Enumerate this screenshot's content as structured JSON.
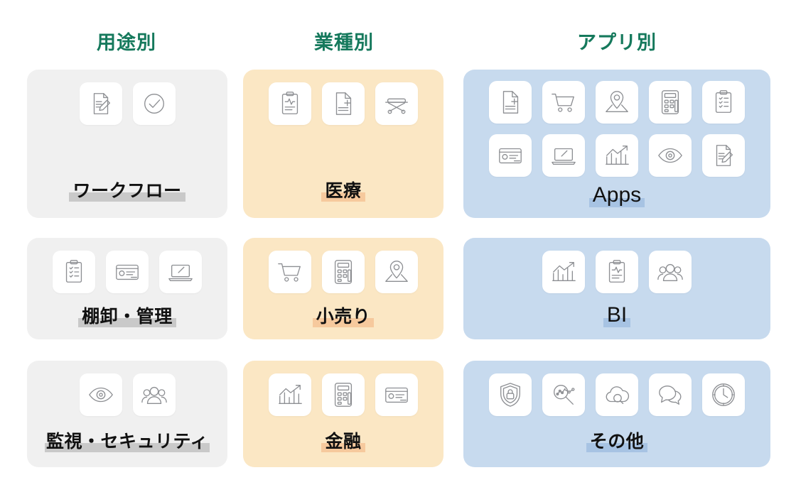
{
  "columns": [
    {
      "id": "by-purpose",
      "title": "用途別"
    },
    {
      "id": "by-industry",
      "title": "業種別"
    },
    {
      "id": "by-app",
      "title": "アプリ別"
    }
  ],
  "colors": {
    "header_green": "#15795c",
    "card_gray": "#f0f0f0",
    "card_cream": "#fbe7c4",
    "card_blue": "#c7daee",
    "highlight_gray": "#c9c9c9",
    "highlight_cream": "#f6c99d",
    "highlight_blue": "#a7c3e3",
    "tile_white": "#ffffff",
    "icon_stroke": "#8d8f93",
    "label_text": "#111111"
  },
  "cards": [
    {
      "id": "workflow",
      "column": "by-purpose",
      "row": 1,
      "label": "ワークフロー",
      "theme": "gray",
      "icons": [
        "document-pencil-icon",
        "check-circle-icon"
      ]
    },
    {
      "id": "inventory-management",
      "column": "by-purpose",
      "row": 2,
      "label": "棚卸・管理",
      "theme": "gray",
      "icons": [
        "checklist-clipboard-icon",
        "credit-card-icon",
        "laptop-icon"
      ]
    },
    {
      "id": "monitoring-security",
      "column": "by-purpose",
      "row": 3,
      "label": "監視・セキュリティ",
      "theme": "gray",
      "icons": [
        "eye-icon",
        "people-icon"
      ]
    },
    {
      "id": "medical",
      "column": "by-industry",
      "row": 1,
      "label": "医療",
      "theme": "cream",
      "icons": [
        "medical-clipboard-icon",
        "medical-document-icon",
        "stretcher-icon"
      ]
    },
    {
      "id": "retail",
      "column": "by-industry",
      "row": 2,
      "label": "小売り",
      "theme": "cream",
      "icons": [
        "shopping-cart-icon",
        "calculator-icon",
        "map-pin-icon"
      ]
    },
    {
      "id": "finance",
      "column": "by-industry",
      "row": 3,
      "label": "金融",
      "theme": "cream",
      "icons": [
        "bar-chart-icon",
        "calculator-icon",
        "credit-card-icon"
      ]
    },
    {
      "id": "apps",
      "column": "by-app",
      "row": 1,
      "label": "Apps",
      "theme": "blue",
      "icons": [
        "medical-document-icon",
        "shopping-cart-icon",
        "map-pin-icon",
        "calculator-icon",
        "checklist-clipboard-icon",
        "credit-card-icon",
        "laptop-icon",
        "bar-chart-icon",
        "eye-icon",
        "document-pencil-icon"
      ]
    },
    {
      "id": "bi",
      "column": "by-app",
      "row": 2,
      "label": "BI",
      "theme": "blue",
      "icons": [
        "bar-chart-icon",
        "medical-clipboard-icon",
        "people-icon"
      ]
    },
    {
      "id": "other",
      "column": "by-app",
      "row": 3,
      "label": "その他",
      "theme": "blue",
      "icons": [
        "shield-lock-icon",
        "search-analytics-icon",
        "cloud-search-icon",
        "chat-bubbles-icon",
        "clock-icon"
      ]
    }
  ]
}
